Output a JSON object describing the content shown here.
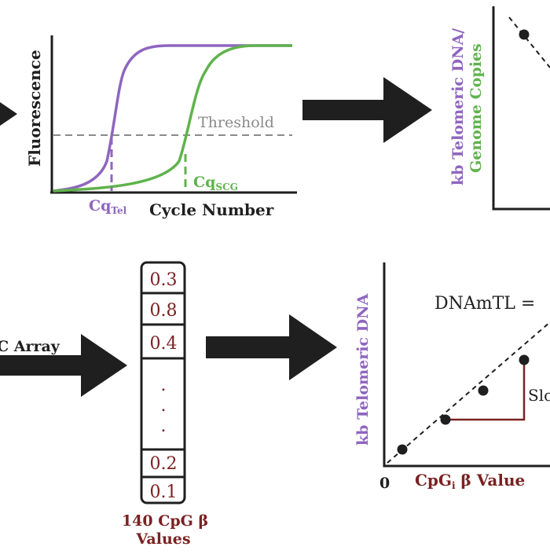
{
  "colors": {
    "purple": "#8f65bf",
    "green": "#5fb34c",
    "maroon": "#7a2222",
    "gray": "#8a8a8a",
    "black": "#1f1f1f"
  },
  "qpcr_plot": {
    "y_label": "Fluorescence",
    "x_label": "Cycle Number",
    "threshold_label": "Threshold",
    "cq_tel_main": "Cq",
    "cq_tel_sub": "Tel",
    "cq_scg_main": "Cq",
    "cq_scg_sub": "SCG"
  },
  "ratio_plot": {
    "y_label_line1": "kb Telomeric DNA/",
    "y_label_line2": "Genome Copies"
  },
  "array_label": "C Array",
  "cpg_column": {
    "values": [
      "0.3",
      "0.8",
      "0.4",
      "0.2",
      "0.1"
    ],
    "dots": [
      ".",
      ".",
      "."
    ],
    "caption_line1": "140 CpG β",
    "caption_line2": "Values"
  },
  "regression_plot": {
    "y_label": "kb Telomeric DNA",
    "equation": "DNAmTL =",
    "slope_label": "Slo",
    "origin_label": "0",
    "x_label_main": "CpG",
    "x_label_sub": "i",
    "x_label_rest": " β Value"
  }
}
